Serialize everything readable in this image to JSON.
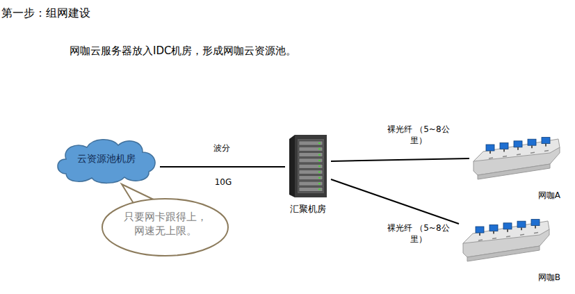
{
  "diagram": {
    "title": "第一步：组网建设",
    "nodes": [
      {
        "text": [
          "云资源池机房"
        ]
      },
      {
        "text": [
          "只要网卡跟得上，网速无上限。"
        ]
      },
      {
        "text": [
          "汇聚机房"
        ]
      },
      {
        "text": [
          "网咖A"
        ]
      },
      {
        "text": [
          "网咖B"
        ]
      }
    ],
    "edges": [
      {
        "from": 0,
        "to": 2,
        "label": "波分",
        "arrow": "none"
      },
      {
        "from": 2,
        "to": 3,
        "label": "裸光纤 （5~8公里）",
        "arrow": "none"
      },
      {
        "from": 2,
        "to": 4,
        "label": "裸光纤 （5~8公里）",
        "arrow": "none"
      }
    ],
    "labels": [
      "网咖云服务器放入IDC机房，形成网咖云资源池。",
      "10G"
    ]
  }
}
